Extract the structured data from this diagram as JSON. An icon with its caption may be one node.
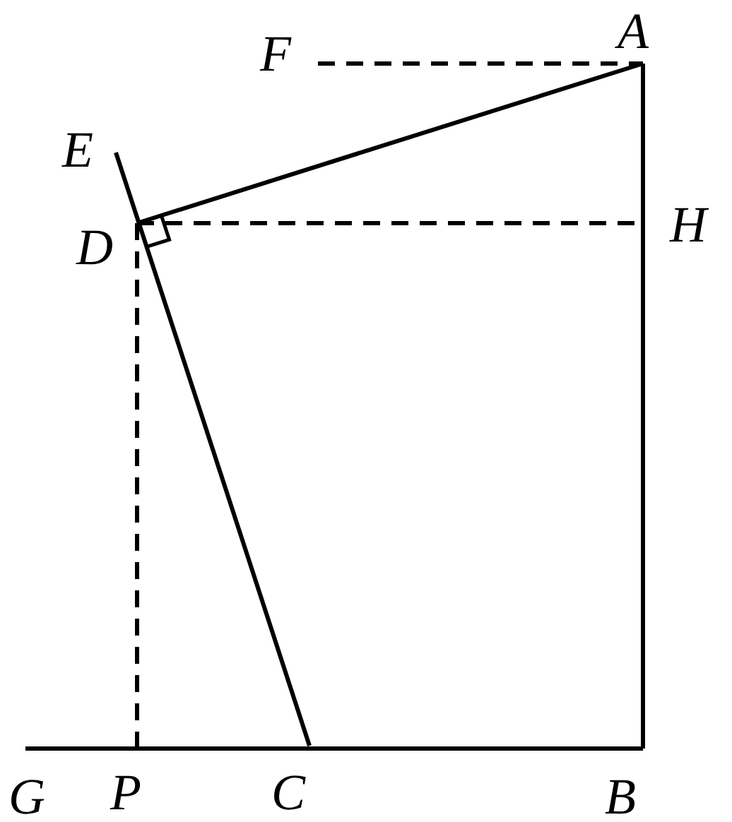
{
  "diagram": {
    "labels": [
      "F",
      "A",
      "E",
      "D",
      "H",
      "G",
      "P",
      "C",
      "B"
    ]
  }
}
